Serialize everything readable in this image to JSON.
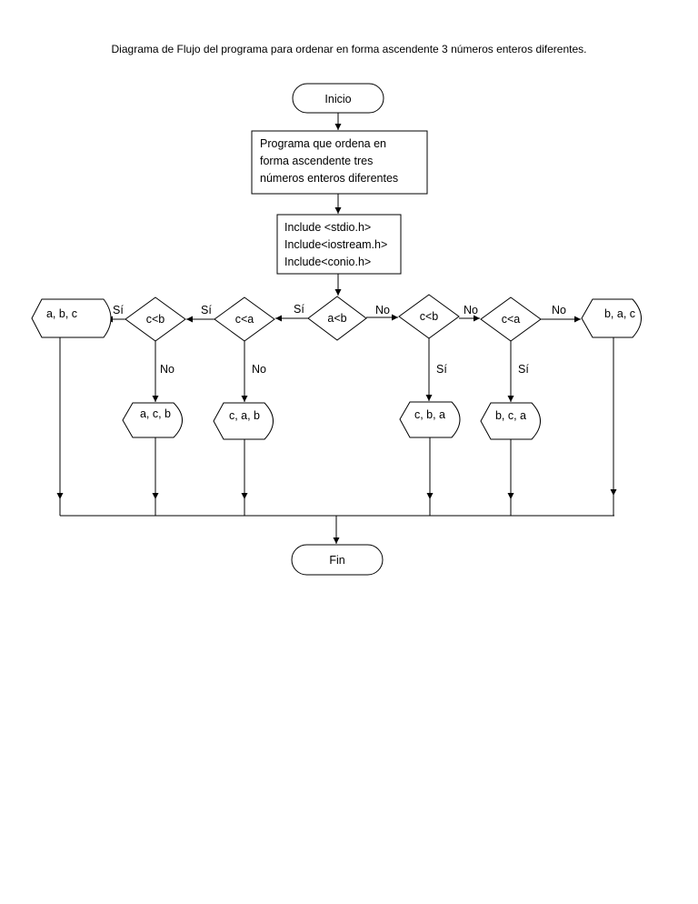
{
  "title": "Diagrama de Flujo del programa para ordenar en forma ascendente 3 números enteros diferentes.",
  "nodes": {
    "start": "Inicio",
    "description": [
      "Programa que ordena en",
      "forma ascendente tres",
      "números enteros diferentes"
    ],
    "includes": [
      "Include <stdio.h>",
      "Include<iostream.h>",
      "Include<conio.h>"
    ],
    "decision_a_lt_b": "a<b",
    "decision_left_c_lt_a": "c<a",
    "decision_left_c_lt_b": "c<b",
    "decision_right_c_lt_b": "c<b",
    "decision_right_c_lt_a": "c<a",
    "output_abc": "a, b, c",
    "output_acb": "a, c, b",
    "output_cab": "c, a, b",
    "output_cba": "c, b, a",
    "output_bca": "b, c, a",
    "output_bac": "b, a, c",
    "end": "Fin"
  },
  "edge_labels": {
    "ab_yes": "Sí",
    "left_ca_yes": "Sí",
    "left_cb_yes": "Sí",
    "left_cb_no": "No",
    "left_ca_no": "No",
    "ab_no": "No",
    "right_cb_no": "No",
    "right_ca_no": "No",
    "right_cb_yes": "Sí",
    "right_ca_yes": "Sí"
  }
}
